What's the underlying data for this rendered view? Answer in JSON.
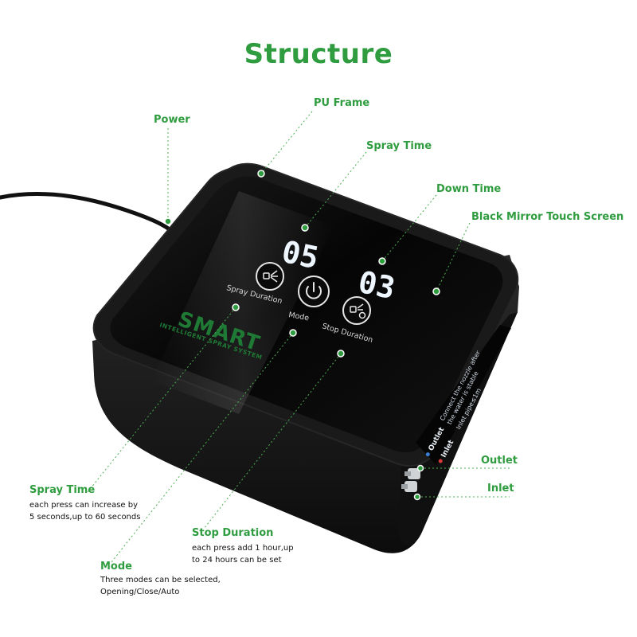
{
  "title": "Structure",
  "labels": {
    "power": "Power",
    "pu_frame": "PU Frame",
    "spray_time": "Spray Time",
    "down_time": "Down Time",
    "black_mirror": "Black Mirror Touch Screen",
    "outlet": "Outlet",
    "inlet": "Inlet"
  },
  "callouts": {
    "spray_time": {
      "title": "Spray Time",
      "line1": "each press can increase by",
      "line2": "5 seconds,up to 60 seconds"
    },
    "stop_duration": {
      "title": "Stop Duration",
      "line1": "each press add 1 hour,up",
      "line2": "to 24 hours can be set"
    },
    "mode": {
      "title": "Mode",
      "line1": "Three modes can be selected,",
      "line2": "Opening/Close/Auto"
    }
  },
  "device": {
    "display_left": "05",
    "display_right": "03",
    "button_left": "Spray Duration",
    "button_center": "Mode",
    "button_right": "Stop Duration",
    "brand": "SMART",
    "brand_sub": "INTELLIGENT SPRAY SYSTEM",
    "side_outlet": "Outlet",
    "side_inlet": "Inlet",
    "side_note_1": "Connect the nozzle after",
    "side_note_2": "the water is stable",
    "side_pipe": "Inlet pipe≤1m"
  },
  "colors": {
    "accent_green": "#2f9d3f",
    "device_body": "#141414",
    "leader_line": "#4caf50",
    "outlet_marker": "#3a7fd6",
    "inlet_marker": "#d63a3a"
  }
}
